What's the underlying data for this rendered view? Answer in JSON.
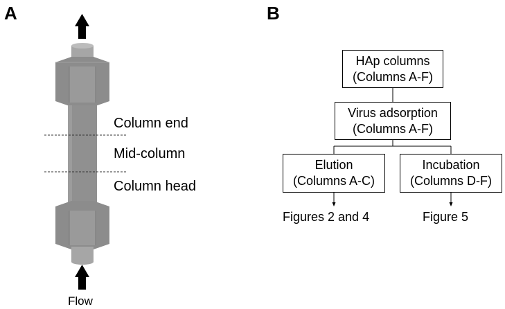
{
  "panel_a": {
    "label": "A",
    "regions": {
      "column_end": "Column end",
      "mid_column": "Mid-column",
      "column_head": "Column head"
    },
    "flow_label": "Flow",
    "column_color": "#8c8c8c",
    "arrow_color": "#000000"
  },
  "panel_b": {
    "label": "B",
    "boxes": {
      "hap": {
        "line1": "HAp columns",
        "line2": "(Columns A-F)"
      },
      "virus": {
        "line1": "Virus adsorption",
        "line2": "(Columns A-F)"
      },
      "elution": {
        "line1": "Elution",
        "line2": "(Columns A-C)"
      },
      "incubation": {
        "line1": "Incubation",
        "line2": "(Columns D-F)"
      }
    },
    "results": {
      "left": "Figures 2 and 4",
      "right": "Figure 5"
    }
  }
}
